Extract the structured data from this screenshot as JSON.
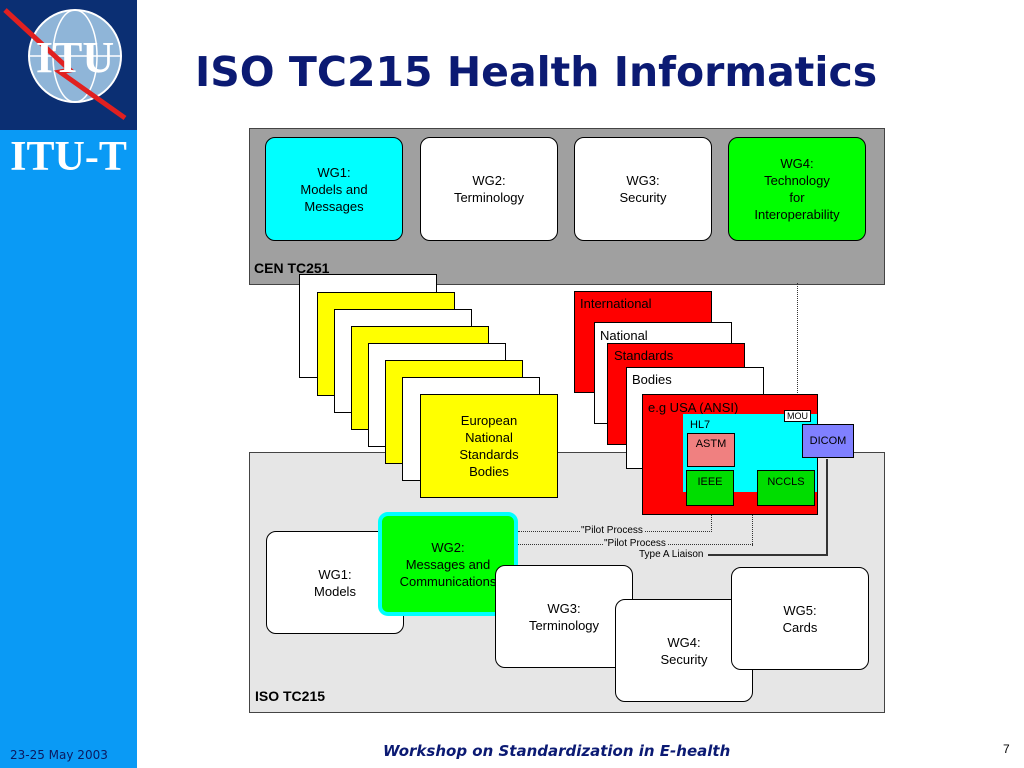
{
  "sidebar": {
    "logo_text": "ITU",
    "brand": "ITU-T",
    "date": "23-25 May 2003"
  },
  "title": "ISO TC215 Health Informatics",
  "footer": {
    "text": "Workshop on Standardization in E-health",
    "page": "7"
  },
  "cen": {
    "label": "CEN TC251",
    "groups": [
      {
        "text": "WG1:\nModels and\nMessages",
        "color": "#00ffff"
      },
      {
        "text": "WG2:\nTerminology",
        "color": "#ffffff"
      },
      {
        "text": "WG3:\nSecurity",
        "color": "#ffffff"
      },
      {
        "text": "WG4:\nTechnology\nfor\nInteroperability",
        "color": "#00ff00"
      }
    ]
  },
  "european": {
    "text": "European\nNational\nStandards\nBodies"
  },
  "international": {
    "international": "International",
    "national": "National",
    "standards": "Standards",
    "bodies": "Bodies",
    "usa": "e.g USA (ANSI)",
    "mou": "MOU",
    "hl7": "HL7",
    "astm": "ASTM",
    "dicom": "DICOM",
    "ieee": "IEEE",
    "nccls": "NCCLS"
  },
  "links": {
    "pilot1": "\"Pilot Process",
    "pilot2": "\"Pilot Process",
    "liaison": "Type A Liaison"
  },
  "iso": {
    "label": "ISO TC215",
    "groups": [
      {
        "text": "WG1:\nModels",
        "color": "#ffffff"
      },
      {
        "text": "WG2:\nMessages and\nCommunications",
        "color": "#00ff00"
      },
      {
        "text": "WG3:\nTerminology",
        "color": "#ffffff"
      },
      {
        "text": "WG4:\nSecurity",
        "color": "#ffffff"
      },
      {
        "text": "WG5:\nCards",
        "color": "#ffffff"
      }
    ]
  },
  "colors": {
    "sidebar": "#0a9af5",
    "logo_bg": "#0b2f73",
    "title": "#0b1a73",
    "cyan": "#00ffff",
    "green": "#00ff00",
    "yellow": "#ffff00",
    "red": "#ff0000",
    "pink": "#f08080",
    "dicom": "#8080ff"
  }
}
